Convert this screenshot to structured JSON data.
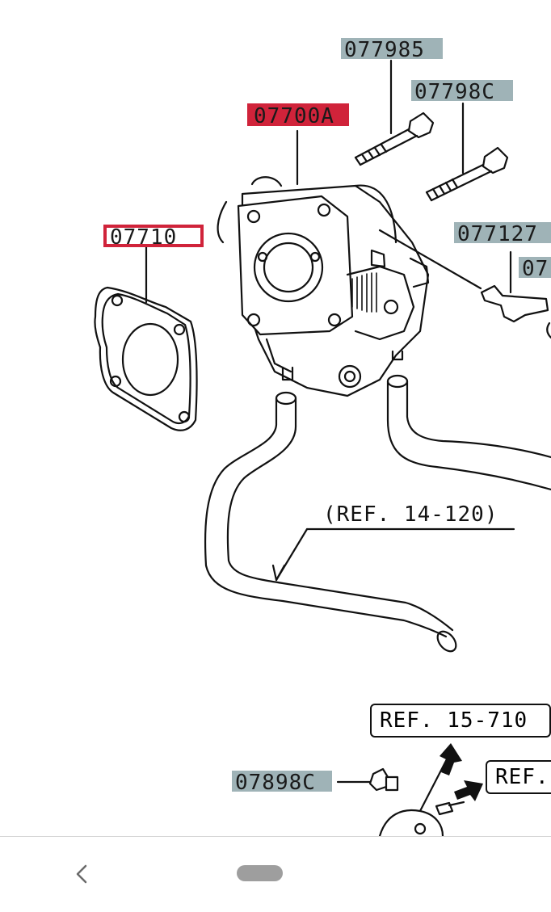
{
  "diagram": {
    "callouts": {
      "c1": "077985",
      "c2": "07798C",
      "c3": "07700A",
      "c4": "07710",
      "c5": "077127",
      "c6": "07",
      "c7": "07898C"
    },
    "refs": {
      "r1": "(REF. 14-120)",
      "r2": "REF. 15-710",
      "r3": "REF."
    }
  },
  "colors": {
    "callout_blue": "#9fb3b7",
    "callout_red": "#d0233a"
  },
  "icons": {
    "back": "chevron-left-icon",
    "home": "home-pill"
  }
}
